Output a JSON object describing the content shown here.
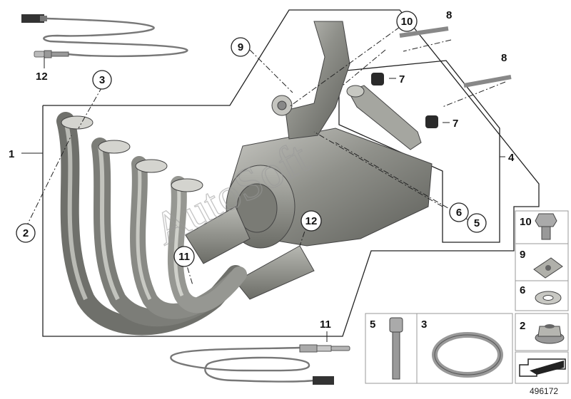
{
  "diagram": {
    "document_number": "496172",
    "watermark": "AutoSoft",
    "callouts": [
      "1",
      "2",
      "3",
      "4",
      "5",
      "6",
      "7",
      "7",
      "8",
      "8",
      "9",
      "10",
      "11",
      "11",
      "12",
      "12"
    ]
  },
  "parts_table": [
    {
      "number": "10",
      "icon": "hex-bolt-icon"
    },
    {
      "number": "9",
      "icon": "clip-nut-icon"
    },
    {
      "number": "6",
      "icon": "washer-icon"
    },
    {
      "number": "2",
      "icon": "flange-nut-icon"
    },
    {
      "number": "5",
      "icon": "socket-bolt-icon"
    },
    {
      "number": "3",
      "icon": "gasket-ring-icon"
    },
    {
      "number": "",
      "icon": "arrow-icon"
    }
  ]
}
